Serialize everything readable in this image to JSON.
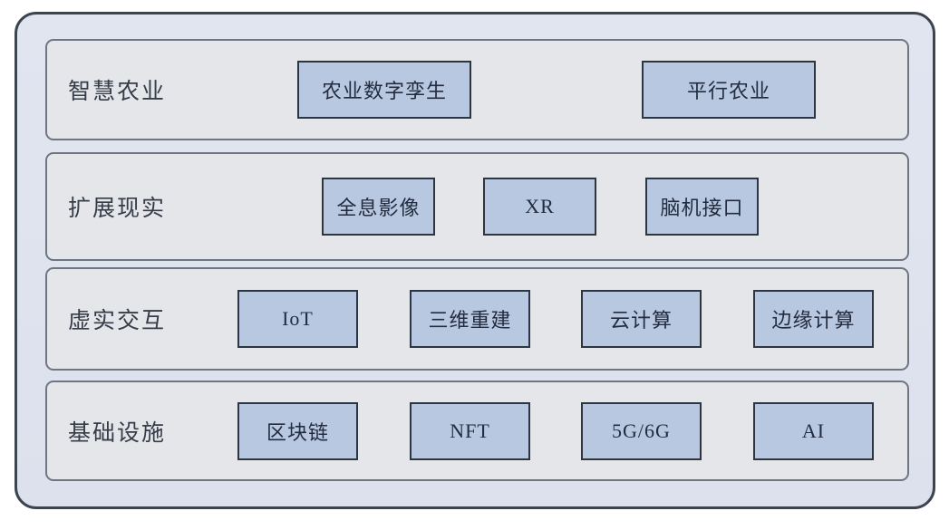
{
  "diagram": {
    "rows": [
      {
        "label": "智慧农业",
        "boxes": [
          "农业数字孪生",
          "平行农业"
        ]
      },
      {
        "label": "扩展现实",
        "boxes": [
          "全息影像",
          "XR",
          "脑机接口"
        ]
      },
      {
        "label": "虚实交互",
        "boxes": [
          "IoT",
          "三维重建",
          "云计算",
          "边缘计算"
        ]
      },
      {
        "label": "基础设施",
        "boxes": [
          "区块链",
          "NFT",
          "5G/6G",
          "AI"
        ]
      }
    ],
    "colors": {
      "outer_background": "#dfe3ee",
      "outer_border": "#3c4450",
      "row_background": "#e4e6ea",
      "row_border": "#6e7684",
      "box_background": "#b9c8e1",
      "box_border": "#2d3540",
      "label_text": "#363d49",
      "box_text": "#232c3e",
      "page_background": "#ffffff"
    }
  }
}
